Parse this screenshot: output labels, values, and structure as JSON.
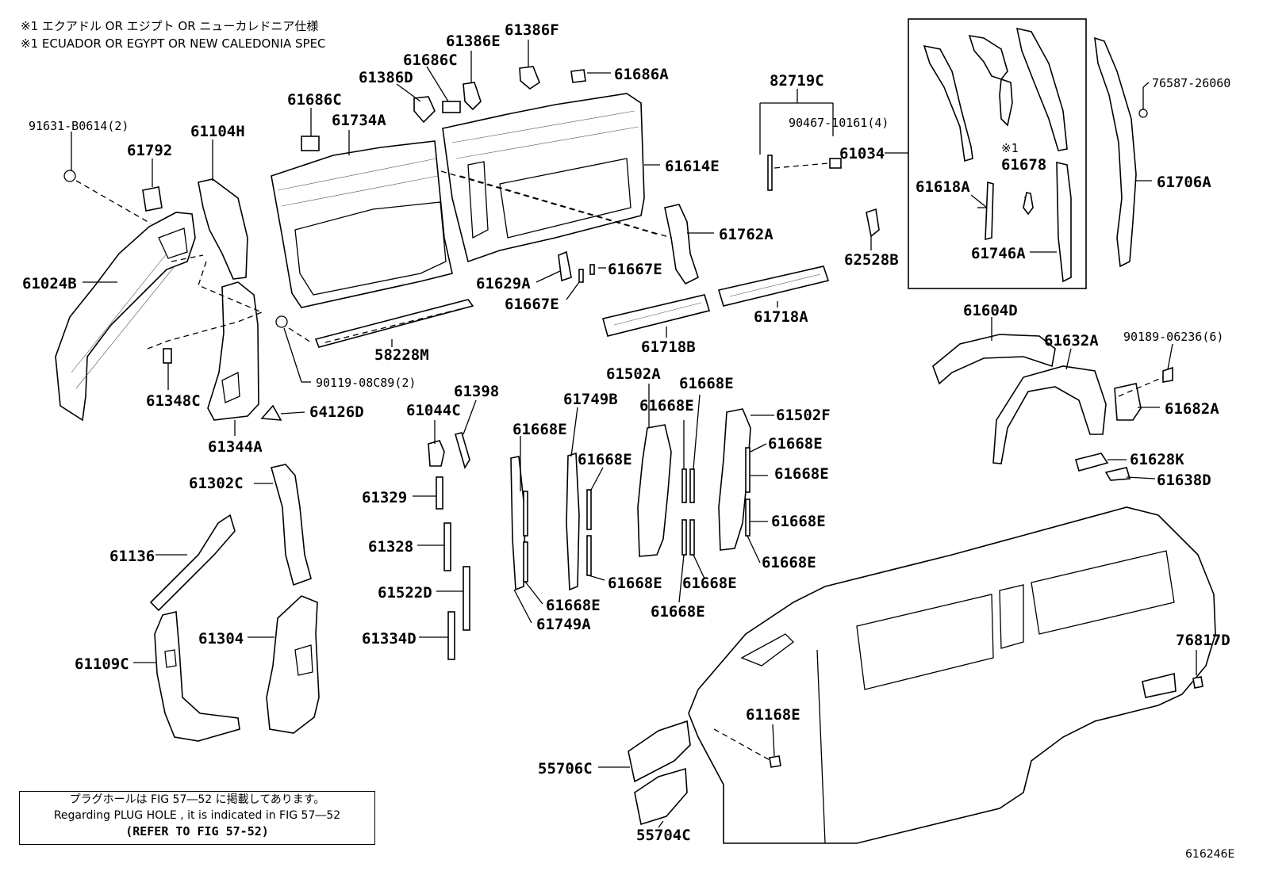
{
  "notes": {
    "line1": "※1 エクアドル OR エジプト OR ニューカレドニア仕様",
    "line2": "※1 ECUADOR OR EGYPT OR NEW CALEDONIA SPEC"
  },
  "ref_box": {
    "line1": "プラグホールは FIG 57―52 に掲載してあります。",
    "line2": "Regarding PLUG HOLE , it is indicated in FIG 57―52",
    "line3": "(REFER TO FIG 57-52)"
  },
  "figure_id": "616246E",
  "inset_marker": "※1",
  "parts": {
    "p91631": "91631-B0614(2)",
    "p61792": "61792",
    "p61104H": "61104H",
    "p61686C_a": "61686C",
    "p61734A": "61734A",
    "p61386D": "61386D",
    "p61686C_b": "61686C",
    "p61386E": "61386E",
    "p61386F": "61386F",
    "p61686A": "61686A",
    "p61614E": "61614E",
    "p82719C": "82719C",
    "p90467": "90467-10161(4)",
    "p61034": "61034",
    "p61618A": "61618A",
    "p61678": "61678",
    "p61746A": "61746A",
    "p76587": "76587-26060",
    "p61706A": "61706A",
    "p61024B": "61024B",
    "p61762A": "61762A",
    "p62528B": "62528B",
    "p61629A": "61629A",
    "p61667E_a": "61667E",
    "p61667E_b": "61667E",
    "p61718A": "61718A",
    "p61718B": "61718B",
    "p58228M": "58228M",
    "p90119": "90119-08C89(2)",
    "p61348C": "61348C",
    "p61344A": "61344A",
    "p64126D": "64126D",
    "p61604D": "61604D",
    "p61632A": "61632A",
    "p90189": "90189-06236(6)",
    "p61682A": "61682A",
    "p61628K": "61628K",
    "p61638D": "61638D",
    "p61398": "61398",
    "p61044C": "61044C",
    "p61502A": "61502A",
    "p61668E_1": "61668E",
    "p61749B": "61749B",
    "p61668E_2": "61668E",
    "p61668E_3": "61668E",
    "p61502F": "61502F",
    "p61668E_4": "61668E",
    "p61668E_5": "61668E",
    "p61668E_6": "61668E",
    "p61668E_7": "61668E",
    "p61668E_8": "61668E",
    "p61668E_9": "61668E",
    "p61668E_10": "61668E",
    "p61668E_11": "61668E",
    "p61668E_12": "61668E",
    "p61749A": "61749A",
    "p61302C": "61302C",
    "p61329": "61329",
    "p61328": "61328",
    "p61136": "61136",
    "p61522D": "61522D",
    "p61334D": "61334D",
    "p61304": "61304",
    "p61109C": "61109C",
    "p76817D": "76817D",
    "p61168E": "61168E",
    "p55706C": "55706C",
    "p55704C": "55704C"
  }
}
